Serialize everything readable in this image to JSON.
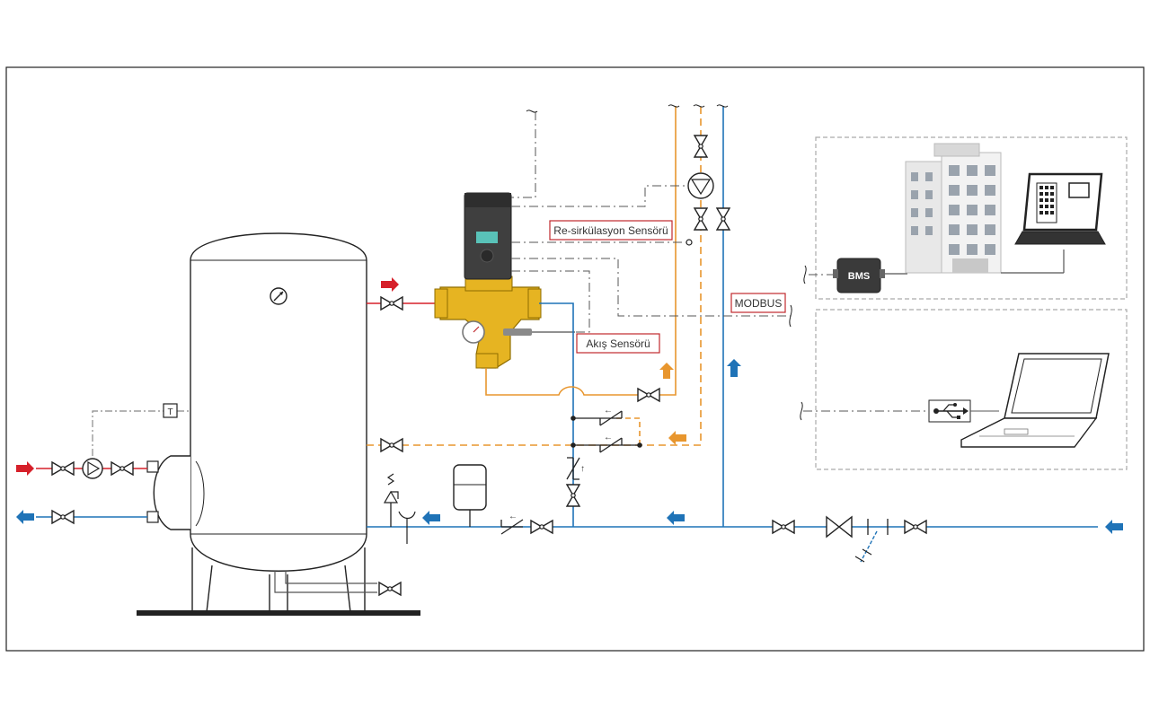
{
  "labels": {
    "recirculation_sensor": "Re-sirkülasyon Sensörü",
    "flow_sensor": "Akış Sensörü",
    "modbus": "MODBUS",
    "bms": "BMS",
    "temperature_symbol": "T"
  },
  "colors": {
    "hot_supply": "#d6202a",
    "cold_water": "#1f73b7",
    "mixed_water": "#e8962e",
    "line": "#222222",
    "label_border": "#c0282d",
    "valve_body": "#e6b422",
    "controller": "#3f3f3f",
    "display": "#59c2b8",
    "dashed_box": "#aaaaaa"
  },
  "icons": {
    "gauge": "pressure-gauge-icon",
    "pump": "circulation-pump-icon",
    "usb": "usb-icon",
    "building": "building-icon",
    "laptop": "laptop-icon",
    "monitor": "monitor-icon",
    "expansion_tank": "expansion-tank-icon",
    "safety_valve": "safety-valve-icon"
  }
}
